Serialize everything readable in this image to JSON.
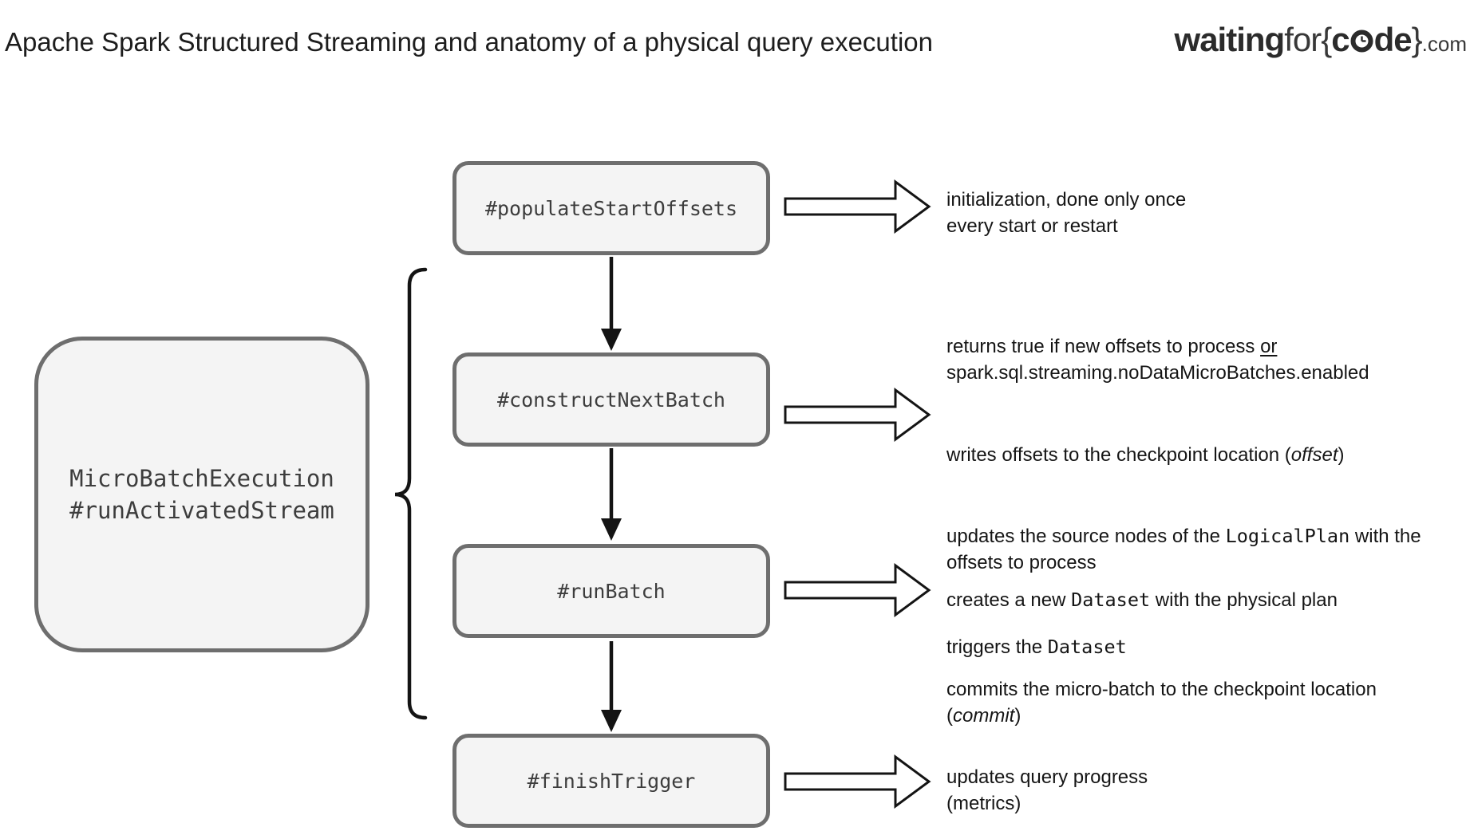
{
  "header": {
    "title": "Apache Spark Structured Streaming and anatomy of a physical query execution",
    "logo": {
      "waiting": "waiting",
      "for": "for",
      "open_brace": "{",
      "code_start": "c",
      "code_end": "de",
      "close_brace": "}",
      "tld": ".com"
    }
  },
  "colors": {
    "box_fill": "#f4f4f4",
    "box_border": "#6e6e6e",
    "box_text": "#3d3d3d",
    "ink": "#141414"
  },
  "left_box": {
    "line1": "MicroBatchExecution",
    "line2": "#runActivatedStream"
  },
  "steps": [
    {
      "label": "#populateStartOffsets"
    },
    {
      "label": "#constructNextBatch"
    },
    {
      "label": "#runBatch"
    },
    {
      "label": "#finishTrigger"
    }
  ],
  "notes": {
    "populate": [
      [
        {
          "t": "initialization, done only once"
        }
      ],
      [
        {
          "t": "every start or restart"
        }
      ]
    ],
    "construct_returns": [
      [
        {
          "t": "returns true if new offsets to process "
        },
        {
          "t": "or",
          "u": true
        }
      ],
      [
        {
          "t": "spark.sql.streaming.noDataMicroBatches.enabled"
        }
      ]
    ],
    "construct_writes": [
      [
        {
          "t": "writes offsets to the checkpoint location ("
        },
        {
          "t": "offset",
          "i": true
        },
        {
          "t": ")"
        }
      ]
    ],
    "run_updates": [
      [
        {
          "t": "updates the source nodes of the "
        },
        {
          "t": "LogicalPlan",
          "m": true
        },
        {
          "t": " with the"
        }
      ],
      [
        {
          "t": "offsets to process"
        }
      ]
    ],
    "run_creates": [
      [
        {
          "t": "creates a new "
        },
        {
          "t": "Dataset",
          "m": true
        },
        {
          "t": " with the physical plan"
        }
      ]
    ],
    "run_triggers": [
      [
        {
          "t": "triggers the "
        },
        {
          "t": "Dataset",
          "m": true
        }
      ]
    ],
    "run_commits": [
      [
        {
          "t": "commits the micro-batch to the checkpoint location"
        }
      ],
      [
        {
          "t": "("
        },
        {
          "t": "commit",
          "i": true
        },
        {
          "t": ")"
        }
      ]
    ],
    "finish": [
      [
        {
          "t": "updates query progress"
        }
      ],
      [
        {
          "t": "(metrics)"
        }
      ]
    ]
  }
}
